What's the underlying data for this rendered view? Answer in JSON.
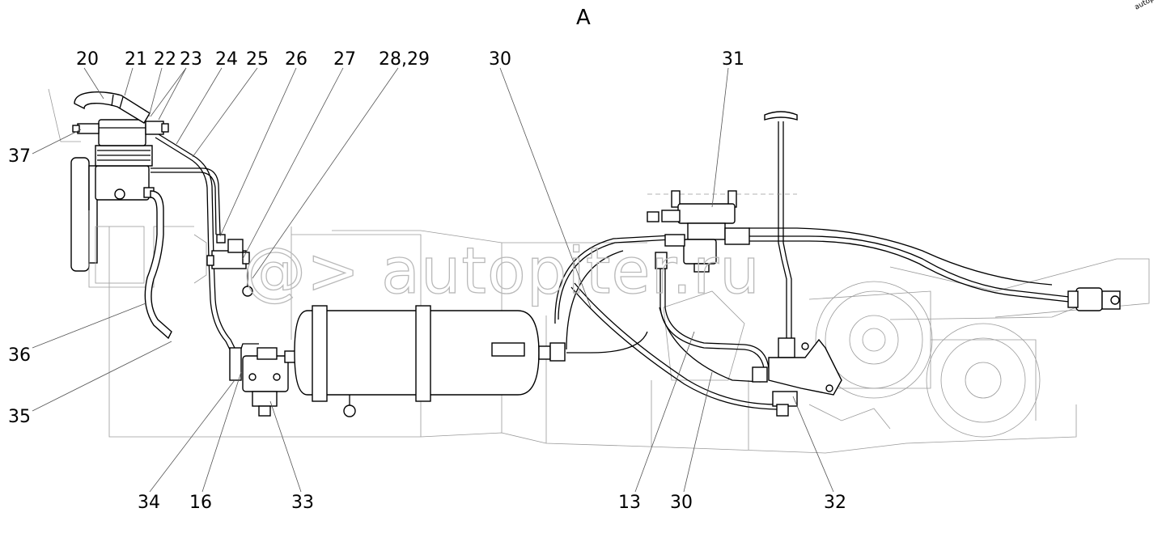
{
  "view_label": "A",
  "watermark": {
    "text": "@> autopiter.ru",
    "corner": "autopiter.ru"
  },
  "callouts": {
    "top": [
      "20",
      "21",
      "22",
      "23",
      "24",
      "25",
      "26",
      "27",
      "28,29",
      "30",
      "31"
    ],
    "left": [
      "37",
      "36",
      "35"
    ],
    "bottom": [
      "34",
      "16",
      "33",
      "13",
      "30",
      "32"
    ]
  }
}
